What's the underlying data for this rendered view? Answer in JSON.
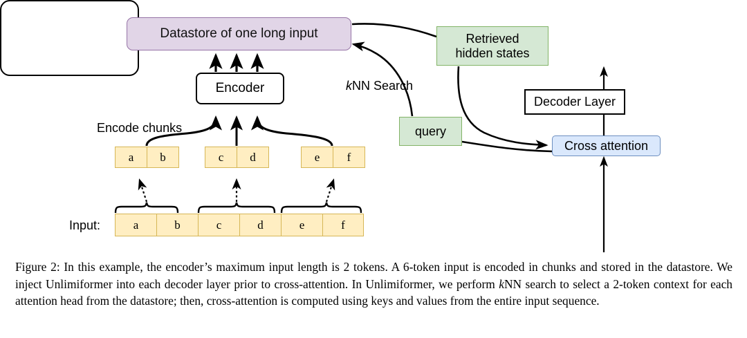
{
  "figure": {
    "datastore": {
      "label": "Datastore of one long input",
      "fill": "#e1d5e7",
      "stroke": "#9673a6"
    },
    "encoder": {
      "label": "Encoder",
      "fill": "#ffffff",
      "stroke": "#000000"
    },
    "encode_chunks_label": "Encode chunks",
    "knn_search_label_italic": "k",
    "knn_search_label_rest": "NN Search",
    "retrieved": {
      "label": "Retrieved\nhidden states",
      "fill": "#d5e8d4",
      "stroke": "#82b366"
    },
    "query": {
      "label": "query",
      "fill": "#d5e8d4",
      "stroke": "#82b366"
    },
    "decoder_layer": {
      "label": "Decoder Layer",
      "fill": "#ffffff",
      "stroke": "#000000"
    },
    "cross_attention": {
      "label": "Cross attention",
      "fill": "#dae8fc",
      "stroke": "#6c8ebf"
    },
    "input_label": "Input:",
    "token_fill": "#ffeec2",
    "token_stroke": "#d6b656",
    "chunks": [
      {
        "tokens": [
          "a",
          "b"
        ]
      },
      {
        "tokens": [
          "c",
          "d"
        ]
      },
      {
        "tokens": [
          "e",
          "f"
        ]
      }
    ],
    "input_tokens": [
      "a",
      "b",
      "c",
      "d",
      "e",
      "f"
    ]
  },
  "caption": {
    "part1": "Figure 2: In this example, the encoder’s maximum input length is 2 tokens. A 6-token input is encoded in chunks and stored in the datastore. We inject Unlimiformer into each decoder layer prior to cross-attention. In Unlimiformer, we perform ",
    "knn_italic": "k",
    "part2": "NN search to select a 2-token context for each attention head from the datastore; then, cross-attention is computed using keys and values from the entire input sequence."
  }
}
